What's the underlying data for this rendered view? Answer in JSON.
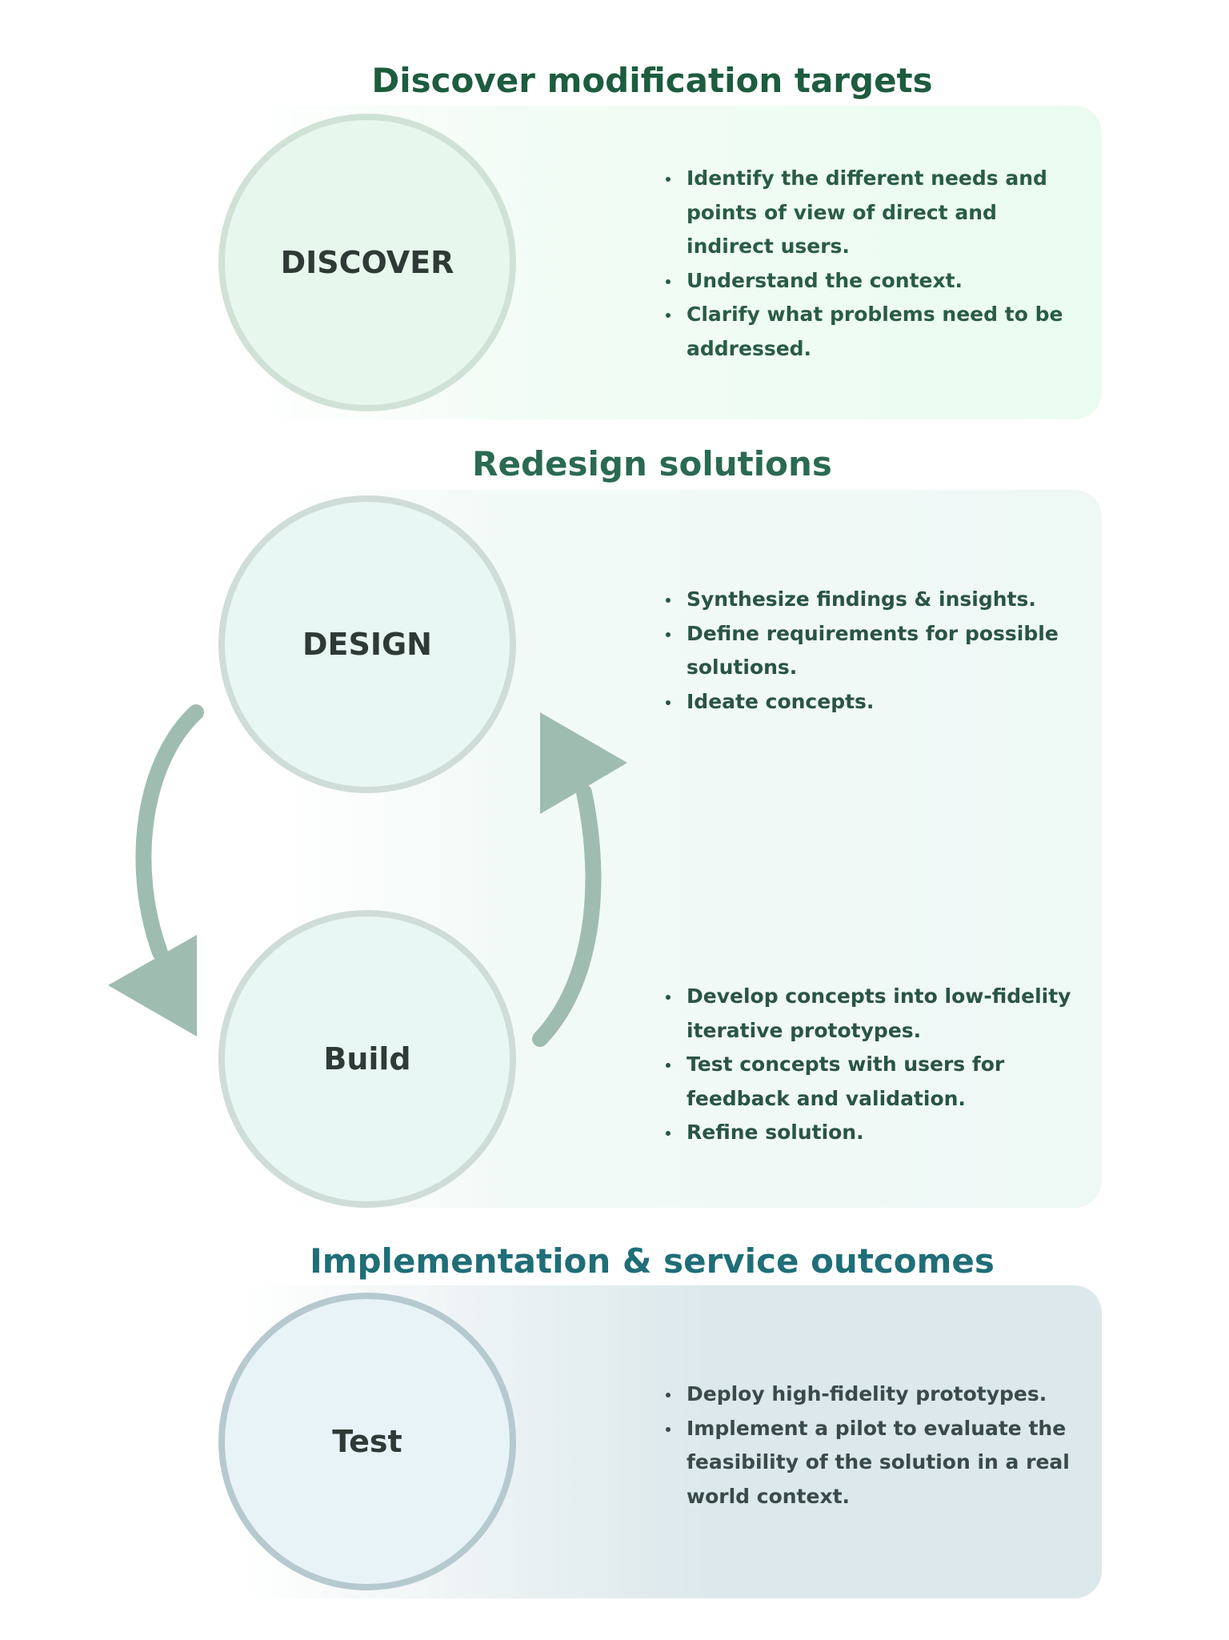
{
  "sections": [
    {
      "title": "Discover modification targets",
      "stages": [
        {
          "label": "DISCOVER",
          "bullets": [
            "Identify the different needs and points of view of direct and indirect users.",
            "Understand the context.",
            "Clarify what problems need to be addressed."
          ]
        }
      ]
    },
    {
      "title": "Redesign solutions",
      "stages": [
        {
          "label": "DESIGN",
          "bullets": [
            "Synthesize findings & insights.",
            "Define requirements for possible solutions.",
            "Ideate concepts."
          ]
        },
        {
          "label": "Build",
          "bullets": [
            "Develop concepts into low-fidelity iterative prototypes.",
            "Test concepts with users for feedback and validation.",
            "Refine solution."
          ]
        }
      ]
    },
    {
      "title": "Implementation & service outcomes",
      "stages": [
        {
          "label": "Test",
          "bullets": [
            "Deploy high-fidelity prototypes.",
            "Implement a pilot to evaluate the feasibility of the solution in a real world context."
          ]
        }
      ]
    }
  ],
  "colors": {
    "title1": "#1d5c3f",
    "title2": "#2a6a52",
    "title3": "#1f6e78",
    "arrow": "#9fbcb1"
  }
}
